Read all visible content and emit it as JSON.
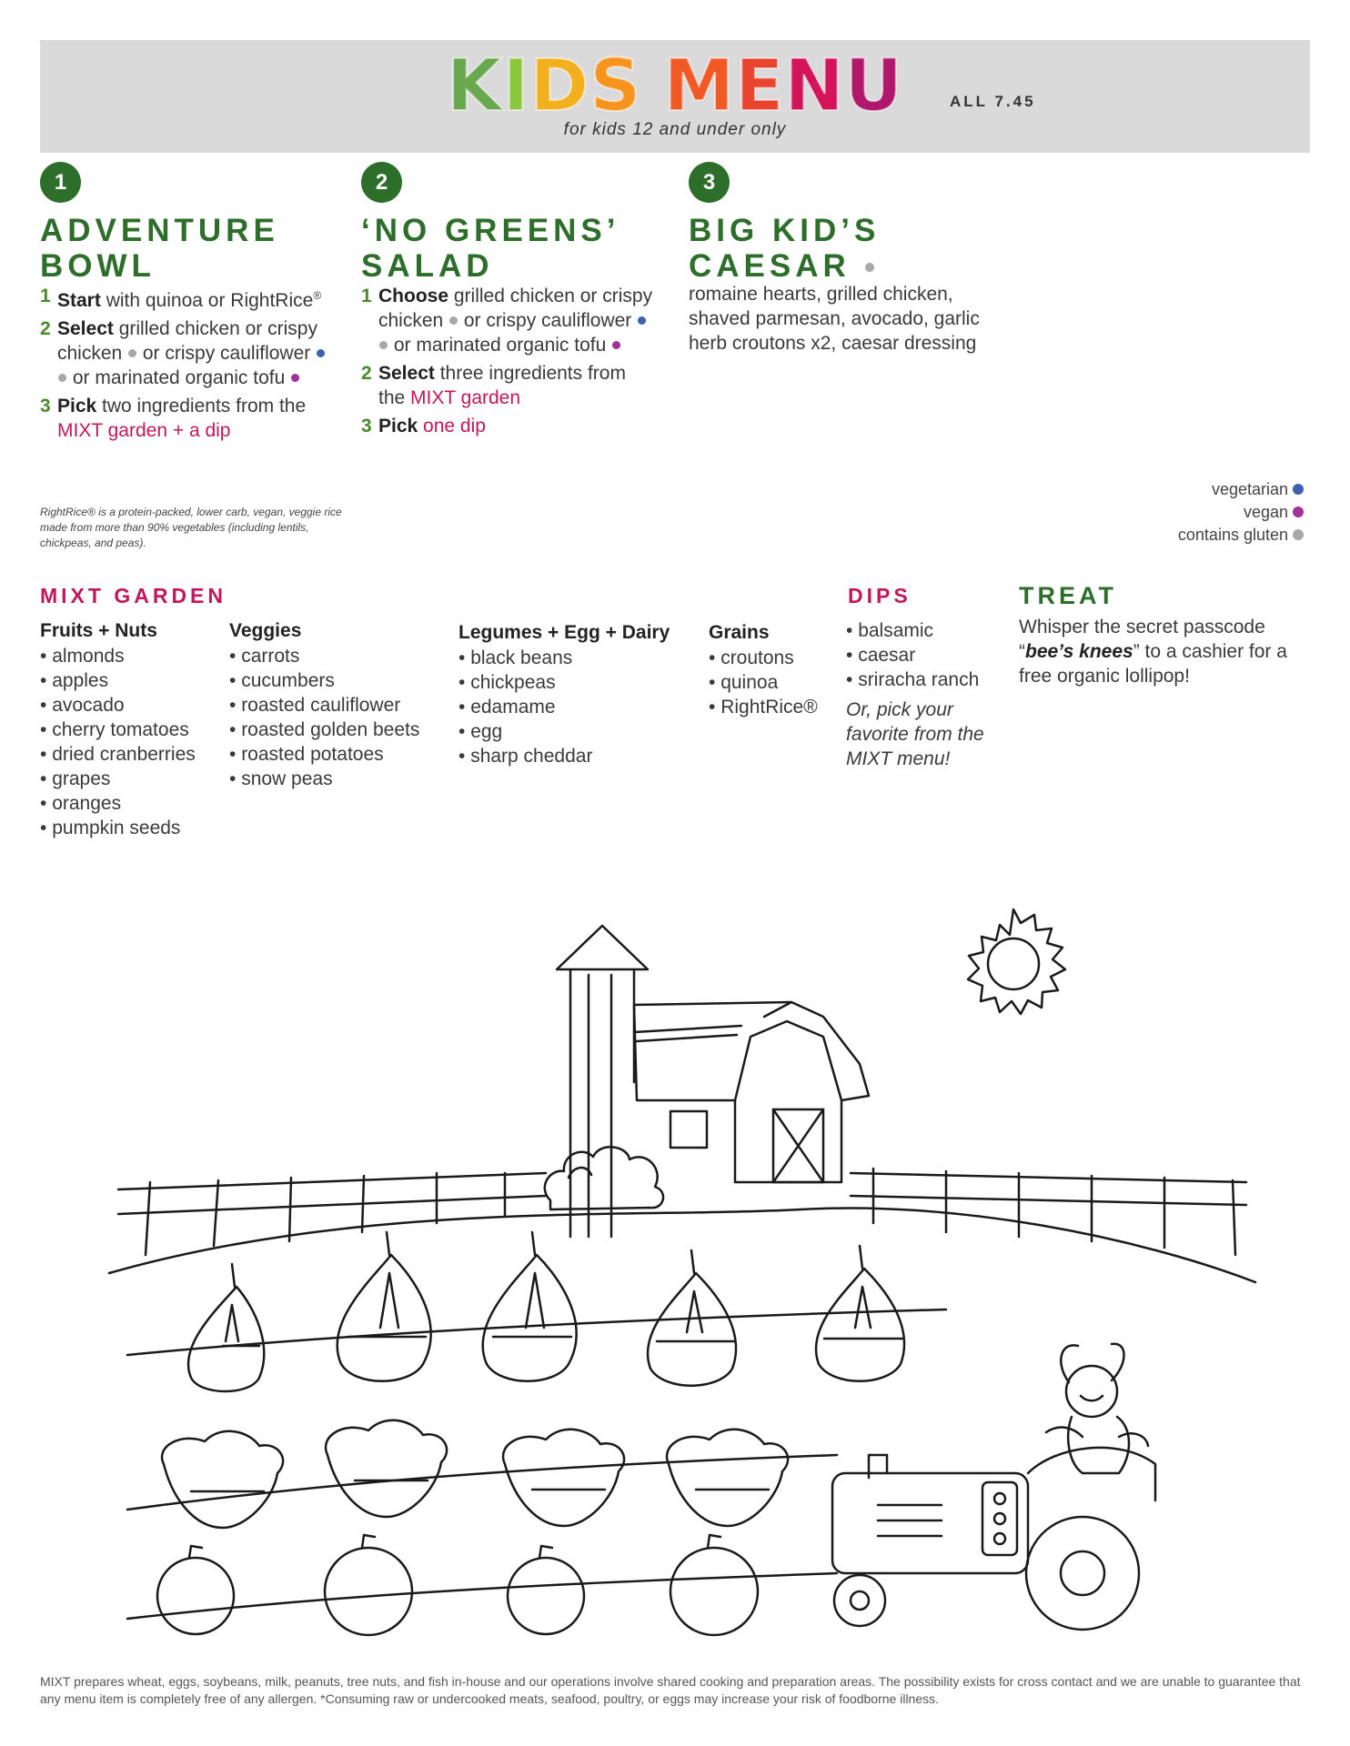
{
  "header": {
    "title_letters": [
      {
        "ch": "K",
        "color": "#6aa84f"
      },
      {
        "ch": "I",
        "color": "#8dc63f"
      },
      {
        "ch": "D",
        "color": "#f2b01e"
      },
      {
        "ch": "S",
        "color": "#f7941d"
      },
      {
        "ch": " ",
        "color": "#000000"
      },
      {
        "ch": "M",
        "color": "#f15a24"
      },
      {
        "ch": "E",
        "color": "#e8442e"
      },
      {
        "ch": "N",
        "color": "#d4145a"
      },
      {
        "ch": "U",
        "color": "#b0196b"
      }
    ],
    "price": "ALL 7.45",
    "subtitle": "for kids 12 and under only"
  },
  "sections": [
    {
      "number": "1",
      "title_line1": "ADVENTURE",
      "title_line2": "BOWL",
      "steps": [
        {
          "n": "1",
          "verb": "Start",
          "text1": " with quinoa or RightRice",
          "reg": "®"
        },
        {
          "n": "2",
          "verb": "Select",
          "text1": " grilled chicken or crispy chicken ",
          "text2": " or crispy cauliflower ",
          "text3": " or marinated organic tofu "
        },
        {
          "n": "3",
          "verb": "Pick",
          "text1": " two ingredients from the ",
          "link": "MIXT garden + a dip"
        }
      ]
    },
    {
      "number": "2",
      "title_line1": "‘NO GREENS’",
      "title_line2": "SALAD",
      "steps": [
        {
          "n": "1",
          "verb": "Choose",
          "text1": " grilled chicken or crispy chicken ",
          "text2": " or crispy cauliflower ",
          "text3": " or marinated organic tofu "
        },
        {
          "n": "2",
          "verb": "Select",
          "text1": " three ingredients from the ",
          "link": "MIXT garden"
        },
        {
          "n": "3",
          "verb": "Pick",
          "text1": " ",
          "link": "one dip"
        }
      ]
    },
    {
      "number": "3",
      "title_line1": "BIG KID’S",
      "title_line2": "CAESAR",
      "description": "romaine hearts, grilled chicken, shaved parmesan, avocado, garlic herb croutons x2, caesar dressing"
    }
  ],
  "footnote": "RightRice® is a protein-packed, lower carb, vegan, veggie rice made from more than 90% vegetables (including lentils, chickpeas, and peas).",
  "legend": [
    {
      "label": "vegetarian",
      "color": "#3f5fb0"
    },
    {
      "label": "vegan",
      "color": "#a1309a"
    },
    {
      "label": "contains gluten",
      "color": "#a8a8a8"
    }
  ],
  "garden": {
    "heading": "MIXT GARDEN",
    "columns": [
      {
        "title": "Fruits + Nuts",
        "items": [
          "almonds",
          "apples",
          "avocado",
          "cherry tomatoes",
          "dried cranberries",
          "grapes",
          "oranges",
          "pumpkin seeds"
        ]
      },
      {
        "title": "Veggies",
        "items": [
          "carrots",
          "cucumbers",
          "roasted cauliflower",
          "roasted golden beets",
          "roasted potatoes",
          "snow peas"
        ]
      },
      {
        "title": "Legumes + Egg + Dairy",
        "items": [
          "black beans",
          "chickpeas",
          "edamame",
          "egg",
          "sharp cheddar"
        ]
      },
      {
        "title": "Grains",
        "items": [
          "croutons",
          "quinoa",
          "RightRice®"
        ]
      }
    ]
  },
  "dips": {
    "heading": "DIPS",
    "items": [
      "balsamic",
      "caesar",
      "sriracha ranch"
    ],
    "note": "Or, pick your favorite from the MIXT menu!"
  },
  "treat": {
    "heading": "TREAT",
    "text_before": "Whisper the secret passcode “",
    "passcode": "bee’s knees",
    "text_after": "” to a cashier for a free organic lollipop!"
  },
  "disclaimer": "MIXT prepares wheat, eggs, soybeans, milk, peanuts, tree nuts, and fish in-house and our operations involve shared cooking and preparation areas. The possibility exists for cross contact and we are unable to guarantee that any menu item is completely free of any allergen. *Consuming raw or undercooked meats, seafood, poultry, or eggs may increase your risk of foodborne illness."
}
